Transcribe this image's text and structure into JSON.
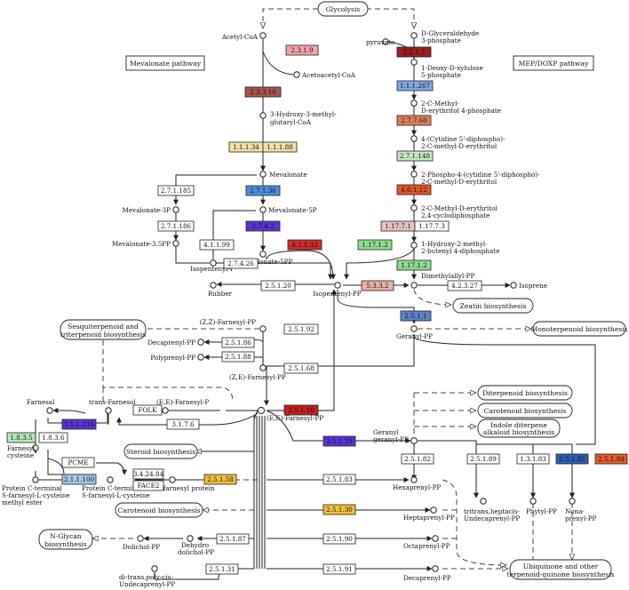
{
  "boxes": {
    "pathway_left": "Mevalonate pathway",
    "pathway_right": "MEP/DOXP pathway"
  },
  "pathways": {
    "glycolysis": "Glycolysis",
    "sesquiterpenoid": [
      "Sesquiterpenoid and",
      "triterpenoid biosynthesis"
    ],
    "zeatin": "Zeatin biosynthesis",
    "monoterpenoid": "Monoterpenoid biosynthesis",
    "diterpenoid": "Diterpenoid biosynthesis",
    "carotenoid_right": "Carotenoid biosynthesis",
    "indole": [
      "Indole diterpene",
      "alkaloid biosynthesis"
    ],
    "steroid": "Steroid biosynthesis",
    "carotenoid_left": "Carotenoid biosynthesis",
    "nglycan": [
      "N-Glycan",
      "biosynthesis"
    ],
    "ubiquinone": [
      "Ubiquinone and other",
      "terpenoid-quinone biosynthesis"
    ]
  },
  "compounds": {
    "acetyl_coa": "Acetyl-CoA",
    "acetoacetyl_coa": "Acetoacetyl-CoA",
    "hmg_coa": [
      "3-Hydroxy-3-methyl-",
      "glutaryl-CoA"
    ],
    "mevalonate": "Mevalonate",
    "mevalonate_3p": "Mevalonate-3P",
    "mevalonate_5p": "Mevalonate-5P",
    "mevalonate_35pp": "Mevalonate-3,5PP",
    "mevalonate_5pp": "Mevalonate-5PP",
    "isopentenyl_p": "Isopentenyl-P",
    "rubber": "Rubber",
    "isopentenyl_pp": "Isopentenyl-PP",
    "pyruvate": "pyruvate",
    "g3p": [
      "D-Glyceraldehyde",
      "3-phosphate"
    ],
    "dxp": [
      "1-Deoxy-D-xylulose",
      "5-phosphate"
    ],
    "mep": [
      "2-C-Methyl-",
      "D-erythritol 4-phosphate"
    ],
    "cdp_me": [
      "4-(Cytidine 5'-diphospho)-",
      "2-C-methyl-D-erythritol"
    ],
    "cdp_mep": [
      "2-Phospho-4-(cytidine 5'-diphospho)-",
      "2-C-methyl-D-erythritol"
    ],
    "mecpp": [
      "2-C-Methyl-D-erythritol",
      "2,4-cyclodiphosphate"
    ],
    "hmbpp": [
      "1-Hydroxy-2-methyl-",
      "2-butenyl 4-diphosphate"
    ],
    "dmapp": "Dimethylallyl-PP",
    "isoprene": "Isoprene",
    "geranyl_pp": "Geranyl-PP",
    "zz_fpp": "(Z,Z)-Farnesyl-PP",
    "decaprenyl_pp_top": "Decaprenyl-PP",
    "polyprenyl_pp": "Polyprenyl-PP",
    "ze_fpp": "(Z,E)-Farnesyl-PP",
    "farnesal": "Farnesal",
    "trans_farnesol": "trans-Farnesol",
    "ee_fp": "(E,E)-Farnesyl-P",
    "ee_fpp": "(E,E)-Farnesyl-PP",
    "farnesyl_cysteine": [
      "Farnesyl",
      "cysteine"
    ],
    "prot_ester": [
      "Protein C-terminal",
      "S-farnesyl-L-cysteine",
      "methyl ester"
    ],
    "prot_cys": [
      "Protein C-terminal",
      "S-farnesyl-L-cysteine"
    ],
    "s_farnesyl_protein": "S-farnesyl protein",
    "ggpp": [
      "Geranyl",
      "geranyl-PP"
    ],
    "hexaprenyl_pp": "Hexaprenyl-PP",
    "heptaprenyl_pp": "Heptaprenyl-PP",
    "octaprenyl_pp": "Octaprenyl-PP",
    "decaprenyl_pp_bottom": "Decaprenyl-PP",
    "dolichol_pp": "Dolichol-PP",
    "dehydrodolichol_pp": [
      "Dehydro",
      "dolichol-PP"
    ],
    "undecaprenyl_pp": [
      "di-trans,poly-cis-",
      "Undecaprenyl-PP"
    ],
    "tritrans": [
      "tritrans,heptacis-",
      "Undecaprenyl-PP"
    ],
    "phytyl_pp": "Phytyl-PP",
    "nonaprenyl_pp": [
      "Nona-",
      "prenyl-PP"
    ]
  },
  "enzymes": [
    {
      "id": "e2319",
      "label": "2.3.1.9",
      "color": "#f3a3a8"
    },
    {
      "id": "e23310",
      "label": "2.3.3.10",
      "color": "#a8554e"
    },
    {
      "id": "e11134",
      "label": "1.1.1.34",
      "color": "#f3e2a4"
    },
    {
      "id": "e11188",
      "label": "1.1.1.88",
      "color": "#f3e2a4"
    },
    {
      "id": "e27185",
      "label": "2.7.1.185",
      "color": "#ffffff"
    },
    {
      "id": "e27136",
      "label": "2.7.1.36",
      "color": "#4d8fde"
    },
    {
      "id": "e27186",
      "label": "2.7.1.186",
      "color": "#ffffff"
    },
    {
      "id": "e2742",
      "label": "2.7.4.2",
      "color": "#5a34d6"
    },
    {
      "id": "e41199",
      "label": "4.1.1.99",
      "color": "#ffffff"
    },
    {
      "id": "e41133",
      "label": "4.1.1.33",
      "color": "#d22a2a"
    },
    {
      "id": "e27426",
      "label": "2.7.4.26",
      "color": "#ffffff"
    },
    {
      "id": "e2217",
      "label": "2.2.1.7",
      "color": "#9c1d22"
    },
    {
      "id": "e111267",
      "label": "1.1.1.267",
      "color": "#7fa7e3"
    },
    {
      "id": "e27760",
      "label": "2.7.7.60",
      "color": "#e07f55"
    },
    {
      "id": "e27148",
      "label": "2.7.1.148",
      "color": "#c5e8c5"
    },
    {
      "id": "e46112",
      "label": "4.6.1.12",
      "color": "#e45424"
    },
    {
      "id": "e117771",
      "label": "1.17.7.1",
      "color": "#e8c4bf"
    },
    {
      "id": "e11773",
      "label": "1.17.7.3",
      "color": "#ffffff"
    },
    {
      "id": "e11712a",
      "label": "1.17.1.2",
      "color": "#8fdc8f"
    },
    {
      "id": "e11712b",
      "label": "1.17.1.2",
      "color": "#8fdc8f"
    },
    {
      "id": "e25120",
      "label": "2.5.1.20",
      "color": "#ffffff"
    },
    {
      "id": "e5332",
      "label": "5.3.3.2",
      "color": "#e8b0a8"
    },
    {
      "id": "e42327",
      "label": "4.2.3.27",
      "color": "#ffffff"
    },
    {
      "id": "e2511",
      "label": "2.5.1.1",
      "color": "#5b86c4"
    },
    {
      "id": "e25192",
      "label": "2.5.1.92",
      "color": "#ffffff"
    },
    {
      "id": "e25186",
      "label": "2.5.1.86",
      "color": "#ffffff"
    },
    {
      "id": "e25188",
      "label": "2.5.1.88",
      "color": "#ffffff"
    },
    {
      "id": "e25168",
      "label": "2.5.1.68",
      "color": "#ffffff"
    },
    {
      "id": "e251106",
      "label": "2.5.1.10",
      "color": "#c41f1f"
    },
    {
      "id": "e111216",
      "label": "1.1.1.216",
      "color": "#5a34d6"
    },
    {
      "id": "folk",
      "label": "FOLK",
      "color": "#ffffff"
    },
    {
      "id": "e3176",
      "label": "3.1.7.6",
      "color": "#ffffff"
    },
    {
      "id": "e1835",
      "label": "1.8.3.5",
      "color": "#b6e6b6"
    },
    {
      "id": "e1836",
      "label": "1.8.3.6",
      "color": "#ffffff"
    },
    {
      "id": "pcme",
      "label": "PCME",
      "color": "#ffffff"
    },
    {
      "id": "e211100",
      "label": "2.1.1.100",
      "color": "#a6c6ea"
    },
    {
      "id": "e342484",
      "label": "3.4.24.84",
      "color": "#ffffff"
    },
    {
      "id": "face2",
      "label": "FACE2",
      "color": "#ffffff"
    },
    {
      "id": "e25158",
      "label": "2.5.1.58",
      "color": "#f0c03a"
    },
    {
      "id": "e25129",
      "label": "2.5.1.29",
      "color": "#5a34d6"
    },
    {
      "id": "e25182",
      "label": "2.5.1.82",
      "color": "#ffffff"
    },
    {
      "id": "e25183",
      "label": "2.5.1.83",
      "color": "#ffffff"
    },
    {
      "id": "e25130",
      "label": "2.5.1.30",
      "color": "#f0c03a"
    },
    {
      "id": "e25190",
      "label": "2.5.1.90",
      "color": "#ffffff"
    },
    {
      "id": "e25187",
      "label": "2.5.1.87",
      "color": "#ffffff"
    },
    {
      "id": "e25191",
      "label": "2.5.1.91",
      "color": "#ffffff"
    },
    {
      "id": "e25131",
      "label": "2.5.1.31",
      "color": "#ffffff"
    },
    {
      "id": "e25189",
      "label": "2.5.1.89",
      "color": "#ffffff"
    },
    {
      "id": "e13183",
      "label": "1.3.1.83",
      "color": "#ffffff"
    },
    {
      "id": "e25185",
      "label": "2.5.1.85",
      "color": "#2f5fb3"
    },
    {
      "id": "e25184",
      "label": "2.5.1.84",
      "color": "#e45a2a"
    }
  ]
}
